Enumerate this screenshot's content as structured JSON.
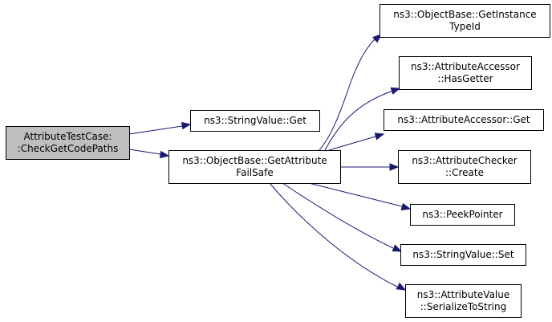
{
  "diagram": {
    "nodes": {
      "root": [
        "AttributeTestCase:",
        ":CheckGetCodePaths"
      ],
      "string_value_get": [
        "ns3::StringValue::Get"
      ],
      "get_attribute_fail_safe": [
        "ns3::ObjectBase::GetAttribute",
        "FailSafe"
      ],
      "get_instance_type_id": [
        "ns3::ObjectBase::GetInstance",
        "TypeId"
      ],
      "has_getter": [
        "ns3::AttributeAccessor",
        "::HasGetter"
      ],
      "accessor_get": [
        "ns3::AttributeAccessor::Get"
      ],
      "checker_create": [
        "ns3::AttributeChecker",
        "::Create"
      ],
      "peek_pointer": [
        "ns3::PeekPointer"
      ],
      "string_value_set": [
        "ns3::StringValue::Set"
      ],
      "serialize_to_string": [
        "ns3::AttributeValue",
        "::SerializeToString"
      ]
    },
    "edges": [
      {
        "from": "root",
        "to": "string_value_get"
      },
      {
        "from": "root",
        "to": "get_attribute_fail_safe"
      },
      {
        "from": "get_attribute_fail_safe",
        "to": "get_instance_type_id"
      },
      {
        "from": "get_attribute_fail_safe",
        "to": "has_getter"
      },
      {
        "from": "get_attribute_fail_safe",
        "to": "accessor_get"
      },
      {
        "from": "get_attribute_fail_safe",
        "to": "checker_create"
      },
      {
        "from": "get_attribute_fail_safe",
        "to": "peek_pointer"
      },
      {
        "from": "get_attribute_fail_safe",
        "to": "string_value_set"
      },
      {
        "from": "get_attribute_fail_safe",
        "to": "serialize_to_string"
      }
    ]
  }
}
